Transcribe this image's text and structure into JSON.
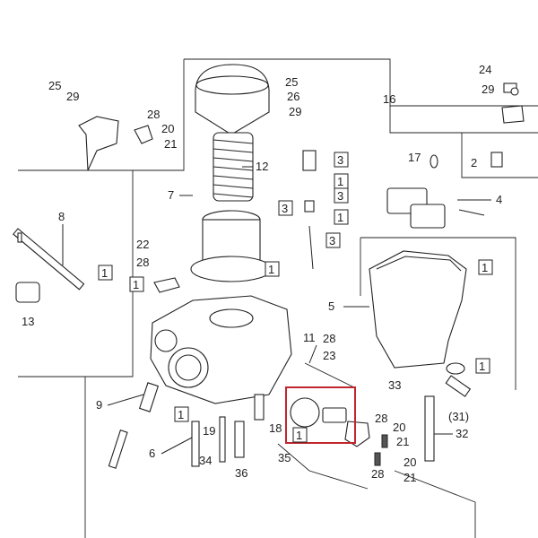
{
  "diagram": {
    "highlight_color": "#c0272d",
    "callouts": [
      "1",
      "2",
      "3",
      "4",
      "5",
      "6",
      "7",
      "8",
      "9",
      "11",
      "12",
      "13",
      "16",
      "17",
      "18",
      "19",
      "20",
      "21",
      "22",
      "23",
      "24",
      "25",
      "26",
      "28",
      "29",
      "32",
      "33",
      "34",
      "35",
      "36",
      "(31)"
    ]
  }
}
